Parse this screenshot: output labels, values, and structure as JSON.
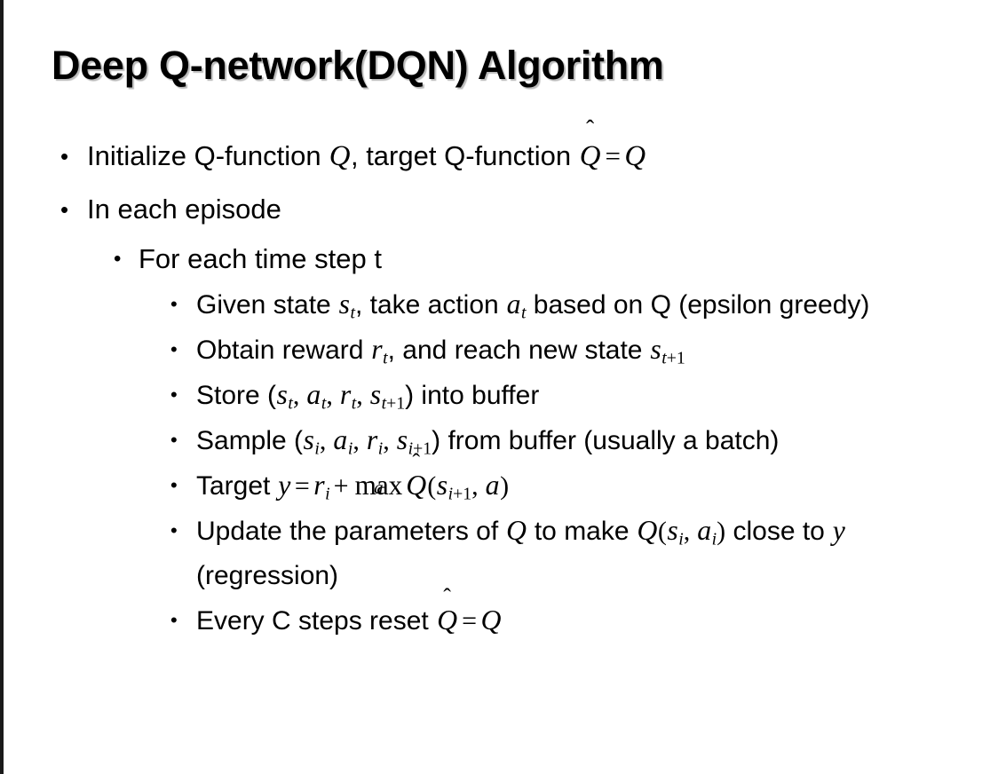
{
  "slide": {
    "title": "Deep Q-network(DQN) Algorithm",
    "background_color": "#ffffff",
    "text_color": "#000000",
    "edge_accent_color": "#1a1a1a"
  },
  "bullets": {
    "b1": {
      "marker": "•",
      "level": 1,
      "text_before": "Initialize Q-function ",
      "var_q1": "Q",
      "text_mid": ", target Q-function ",
      "qhat": "Q",
      "hat": "̂",
      "equals": "=",
      "var_q2": "Q"
    },
    "b2": {
      "marker": "•",
      "level": 1,
      "text": "In each episode"
    },
    "b3": {
      "marker": "•",
      "level": 2,
      "text": "For each time step t"
    },
    "b4": {
      "marker": "•",
      "level": 3,
      "text_1": "Given state ",
      "var_s": "s",
      "sub_s": "t",
      "text_2": ", take action ",
      "var_a": "a",
      "sub_a": "t",
      "text_3": " based on Q (epsilon greedy)"
    },
    "b5": {
      "marker": "•",
      "level": 3,
      "text_1": "Obtain reward ",
      "var_r": "r",
      "sub_r": "t",
      "text_2": ", and reach new state ",
      "var_s": "s",
      "sub_s_italic": "t",
      "sub_s_plus": "+1"
    },
    "b6": {
      "marker": "•",
      "level": 3,
      "text_1": "Store (",
      "var_s1": "s",
      "sub_s1": "t",
      "sep_1": ", ",
      "var_a": "a",
      "sub_a": "t",
      "sep_2": ", ",
      "var_r": "r",
      "sub_r": "t",
      "sep_3": ", ",
      "var_s2": "s",
      "sub_s2_italic": "t",
      "sub_s2_plus": "+1",
      "text_2": ") into buffer"
    },
    "b7": {
      "marker": "•",
      "level": 3,
      "text_1": "Sample (",
      "var_s1": "s",
      "sub_s1": "i",
      "sep_1": ", ",
      "var_a": "a",
      "sub_a": "i",
      "sep_2": ", ",
      "var_r": "r",
      "sub_r": "i",
      "sep_3": ", ",
      "var_s2": "s",
      "sub_s2_italic": "i",
      "sub_s2_plus": "+1",
      "text_2": ") from buffer (usually a batch)"
    },
    "b8": {
      "marker": "•",
      "level": 3,
      "text_1": "Target ",
      "var_y": "y",
      "equals": "=",
      "var_r": "r",
      "sub_r": "i",
      "plus": "+",
      "max_label": "max",
      "max_sub": "a",
      "qhat": "Q",
      "hat": "̂",
      "paren_open": "(",
      "var_s": "s",
      "sub_s_italic": "i",
      "sub_s_plus": "+1",
      "sep": ", ",
      "var_a": "a",
      "paren_close": ")"
    },
    "b9": {
      "marker": "•",
      "level": 3,
      "text_1": "Update the parameters of ",
      "var_q1": "Q",
      "text_2": " to make ",
      "var_q2": "Q",
      "paren_open": "(",
      "var_s": "s",
      "sub_s": "i",
      "sep": ", ",
      "var_a": "a",
      "sub_a": "i",
      "paren_close": ")",
      "text_3": " close to ",
      "var_y": "y",
      "text_4": " (regression)"
    },
    "b10": {
      "marker": "•",
      "level": 3,
      "text_1": "Every C steps reset ",
      "qhat": "Q",
      "hat": "̂",
      "equals": "=",
      "var_q": "Q"
    }
  }
}
